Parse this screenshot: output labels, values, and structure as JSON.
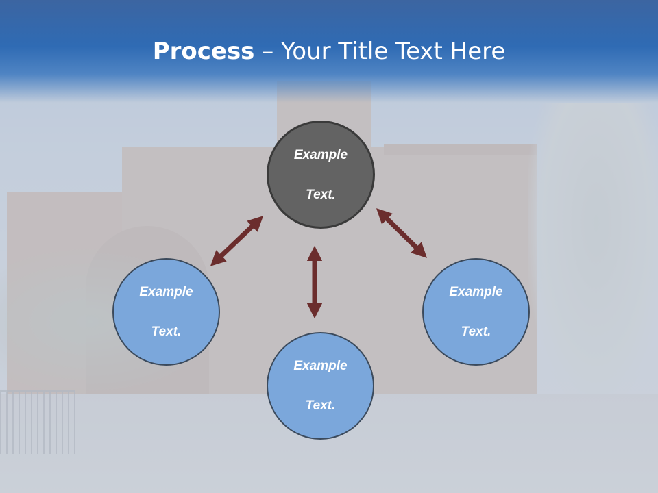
{
  "title": {
    "bold": "Process",
    "rest": " – Your Title Text Here"
  },
  "colors": {
    "title_band": "#2f6bb4",
    "center_node": "#636363",
    "outer_node": "#7ba7db",
    "arrow": "#6b2d2d"
  },
  "diagram": {
    "center": {
      "text_line1": "Example",
      "text_line2": "Text."
    },
    "left": {
      "text_line1": "Example",
      "text_line2": "Text."
    },
    "right": {
      "text_line1": "Example",
      "text_line2": "Text."
    },
    "bottom": {
      "text_line1": "Example",
      "text_line2": "Text."
    }
  }
}
